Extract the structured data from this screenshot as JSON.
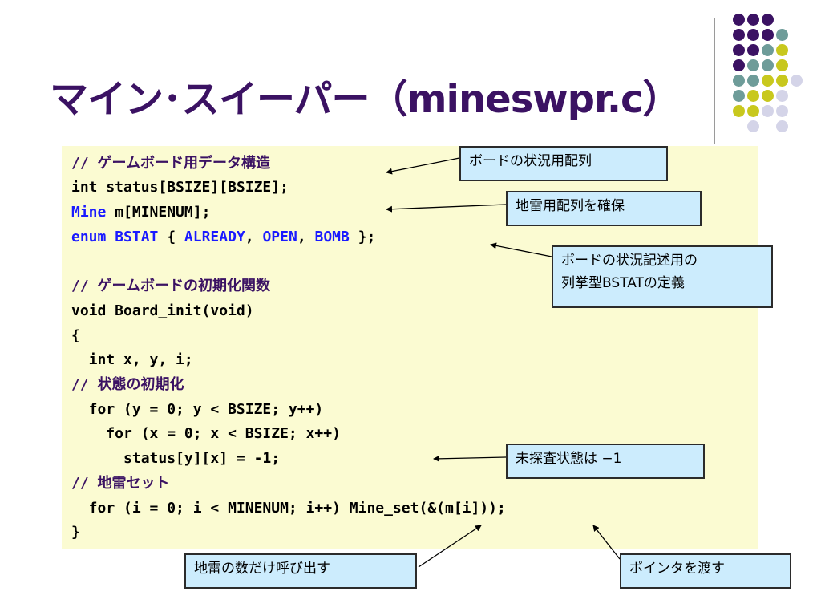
{
  "slide": {
    "title": "マイン･スイーパー（mineswpr.c）"
  },
  "colors": {
    "title": "#3b1263",
    "keyword": "#1a1aff",
    "code_bg": "#fbfbd2",
    "callout_bg": "#ccecfd",
    "dot_purple": "#3b1263",
    "dot_teal": "#6e9c99",
    "dot_yellow": "#c8c81e",
    "dot_lavender": "#d4d4e8"
  },
  "code": {
    "line1_comment": "// ゲームボード用データ構造",
    "line2": "int status[BSIZE][BSIZE];",
    "line3_kw": "Mine",
    "line3_rest": " m[MINENUM];",
    "line4_kw1": "enum",
    "line4_sp1": " ",
    "line4_kw2": "BSTAT",
    "line4_t1": " { ",
    "line4_kw3": "ALREADY",
    "line4_t2": ", ",
    "line4_kw4": "OPEN",
    "line4_t3": ", ",
    "line4_kw5": "BOMB",
    "line4_t4": " };",
    "line6_comment": "// ゲームボードの初期化関数",
    "line7": "void Board_init(void)",
    "line8": "{",
    "line9": "  int x, y, i;",
    "line10_comment": "// 状態の初期化",
    "line11": "  for (y = 0; y < BSIZE; y++)",
    "line12": "    for (x = 0; x < BSIZE; x++)",
    "line13": "      status[y][x] = -1;",
    "line14_comment": "// 地雷セット",
    "line15": "  for (i = 0; i < MINENUM; i++) Mine_set(&(m[i]));",
    "line16": "}"
  },
  "callouts": {
    "board_array": "ボードの状況用配列",
    "mine_array": "地雷用配列を確保",
    "bstat_line1": "ボードの状況記述用の",
    "bstat_line2": "列挙型BSTATの定義",
    "unexplored": "未探査状態は −1",
    "call_per_mine": "地雷の数だけ呼び出す",
    "pass_pointer": "ポインタを渡す"
  }
}
